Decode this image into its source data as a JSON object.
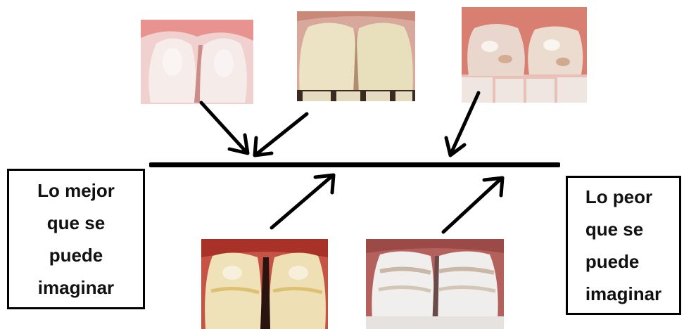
{
  "labels": {
    "best": "Lo mejor\nque se\npuede\nimaginar",
    "worst": "Lo peor\nque se\npuede\nimaginar"
  },
  "photos": [
    {
      "name": "photo-healthy-teeth",
      "colors": {
        "gum": "#e89a9a",
        "tooth": "#f4ecea",
        "gap": "#c27c7c"
      }
    },
    {
      "name": "photo-yellowish-teeth",
      "colors": {
        "gum": "#d99a88",
        "tooth": "#e9e2c2",
        "gap": "#3a2a20"
      }
    },
    {
      "name": "photo-mottled-teeth",
      "colors": {
        "gum": "#d57a70",
        "tooth": "#eadbd0",
        "gap": "#a8685c"
      }
    },
    {
      "name": "photo-streaked-teeth",
      "colors": {
        "gum": "#b33a30",
        "tooth": "#efe0b5",
        "gap": "#2a1410"
      }
    },
    {
      "name": "photo-white-spotted-teeth",
      "colors": {
        "gum": "#b25a58",
        "tooth": "#f2f0ee",
        "gap": "#6a4a48"
      }
    }
  ],
  "colors": {
    "line": "#000000",
    "arrow": "#000000",
    "text": "#111111"
  }
}
